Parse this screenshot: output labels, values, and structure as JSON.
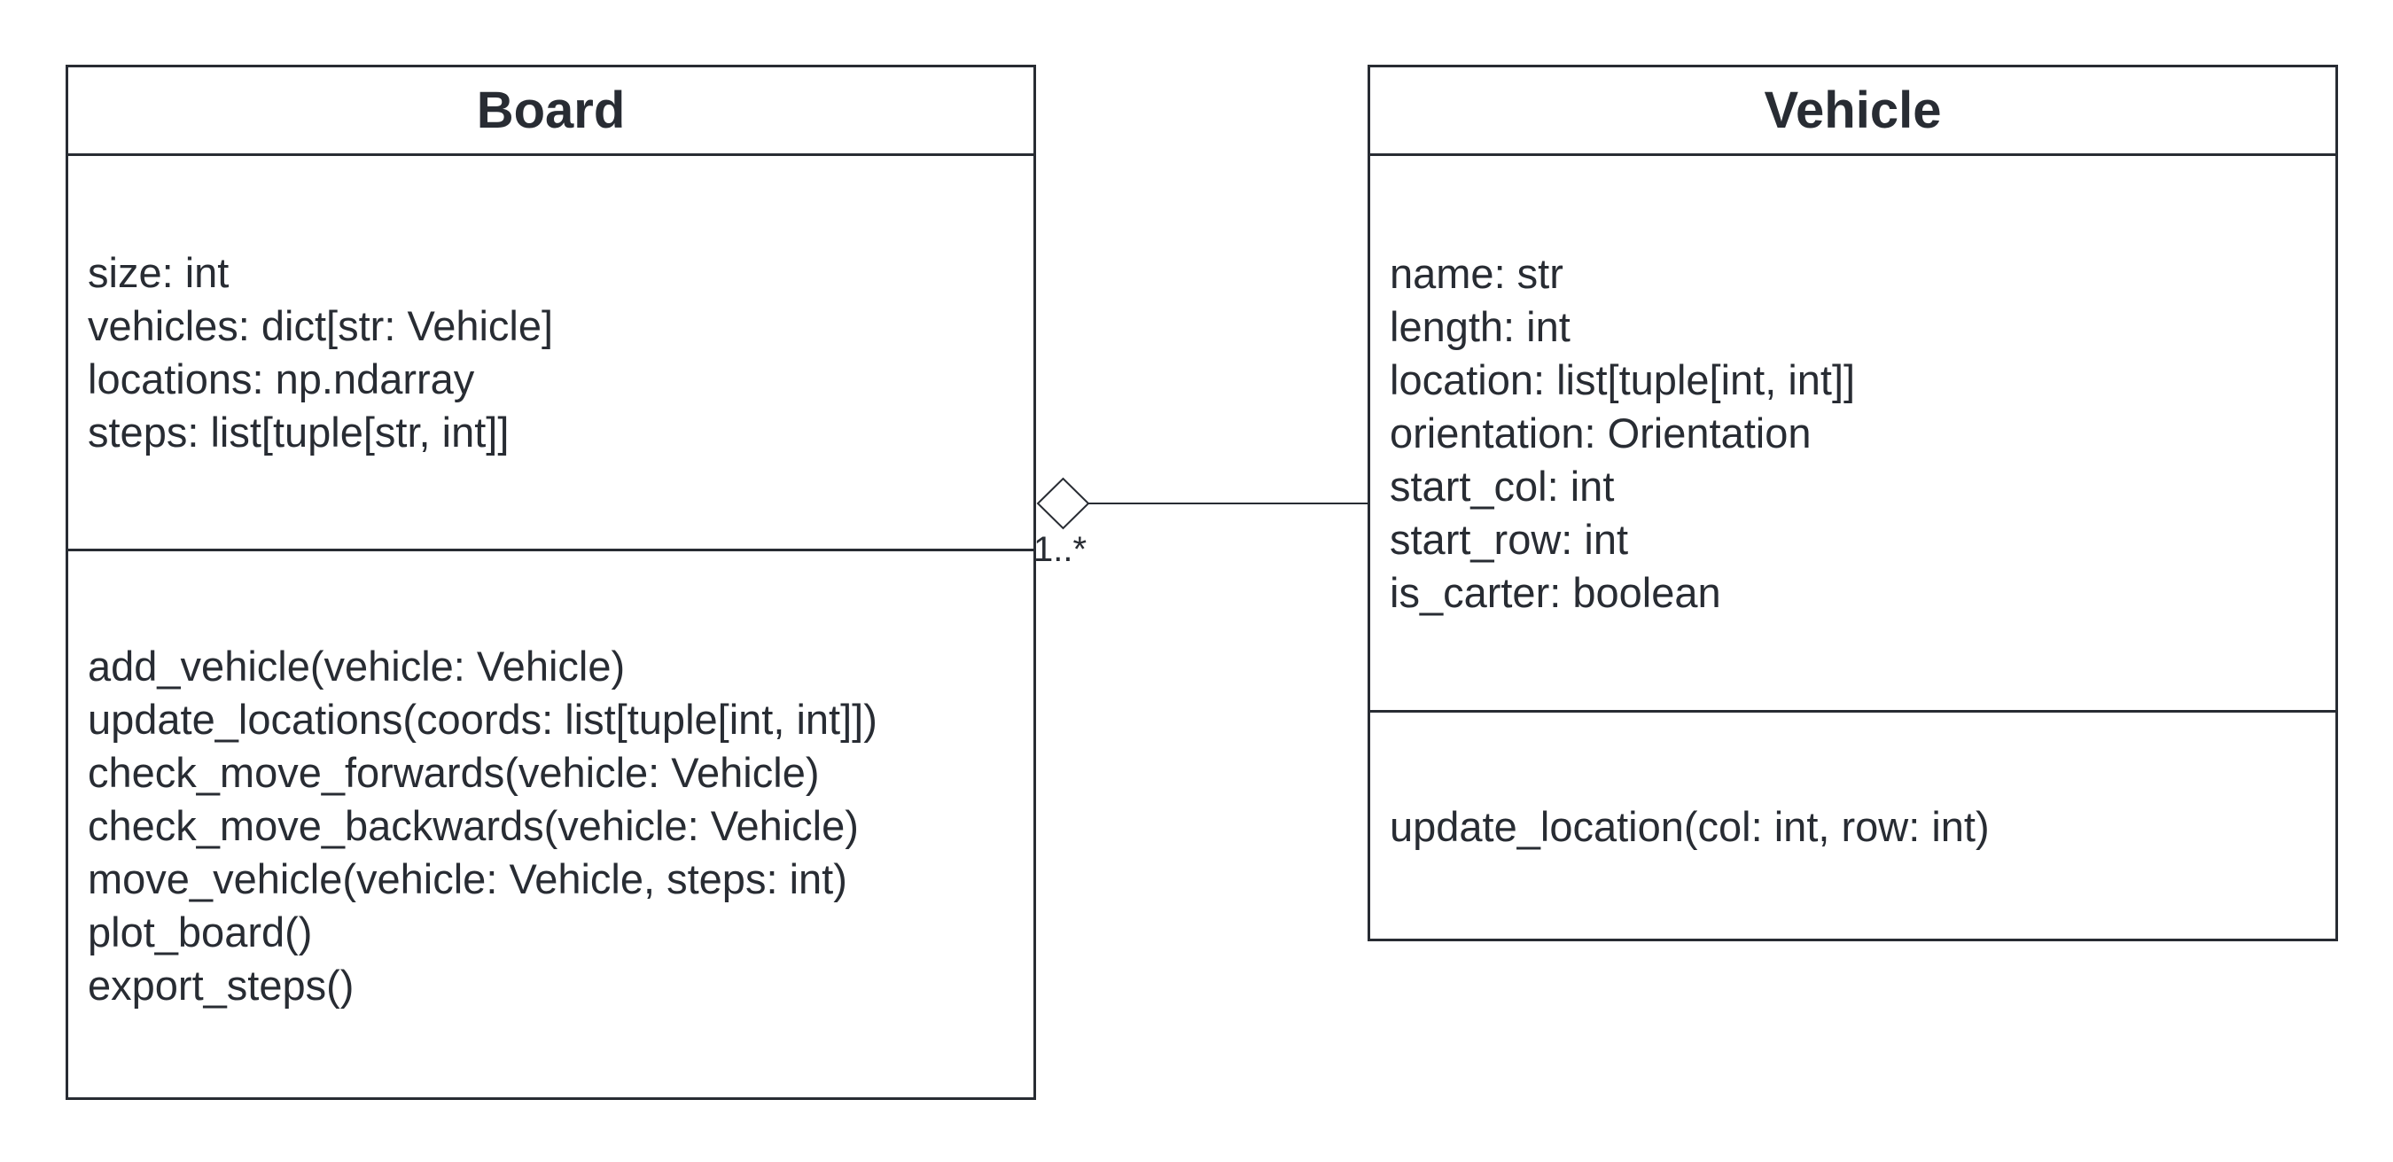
{
  "classes": {
    "board": {
      "name": "Board",
      "attributes": [
        "size: int",
        "vehicles: dict[str: Vehicle]",
        "locations: np.ndarray",
        "steps: list[tuple[str, int]]"
      ],
      "operations": [
        "add_vehicle(vehicle: Vehicle)",
        "update_locations(coords: list[tuple[int, int]])",
        "check_move_forwards(vehicle: Vehicle)",
        "check_move_backwards(vehicle: Vehicle)",
        "move_vehicle(vehicle: Vehicle, steps: int)",
        "plot_board()",
        "export_steps()"
      ]
    },
    "vehicle": {
      "name": "Vehicle",
      "attributes": [
        "name: str",
        "length: int",
        "location: list[tuple[int, int]]",
        "orientation: Orientation",
        "start_col: int",
        "start_row: int",
        "is_carter: boolean"
      ],
      "operations": [
        "update_location(col: int, row: int)"
      ]
    }
  },
  "relationship": {
    "type": "aggregation",
    "from": "Board",
    "to": "Vehicle",
    "multiplicity": "1..*"
  },
  "colors": {
    "stroke": "#282c33",
    "background": "#ffffff"
  }
}
